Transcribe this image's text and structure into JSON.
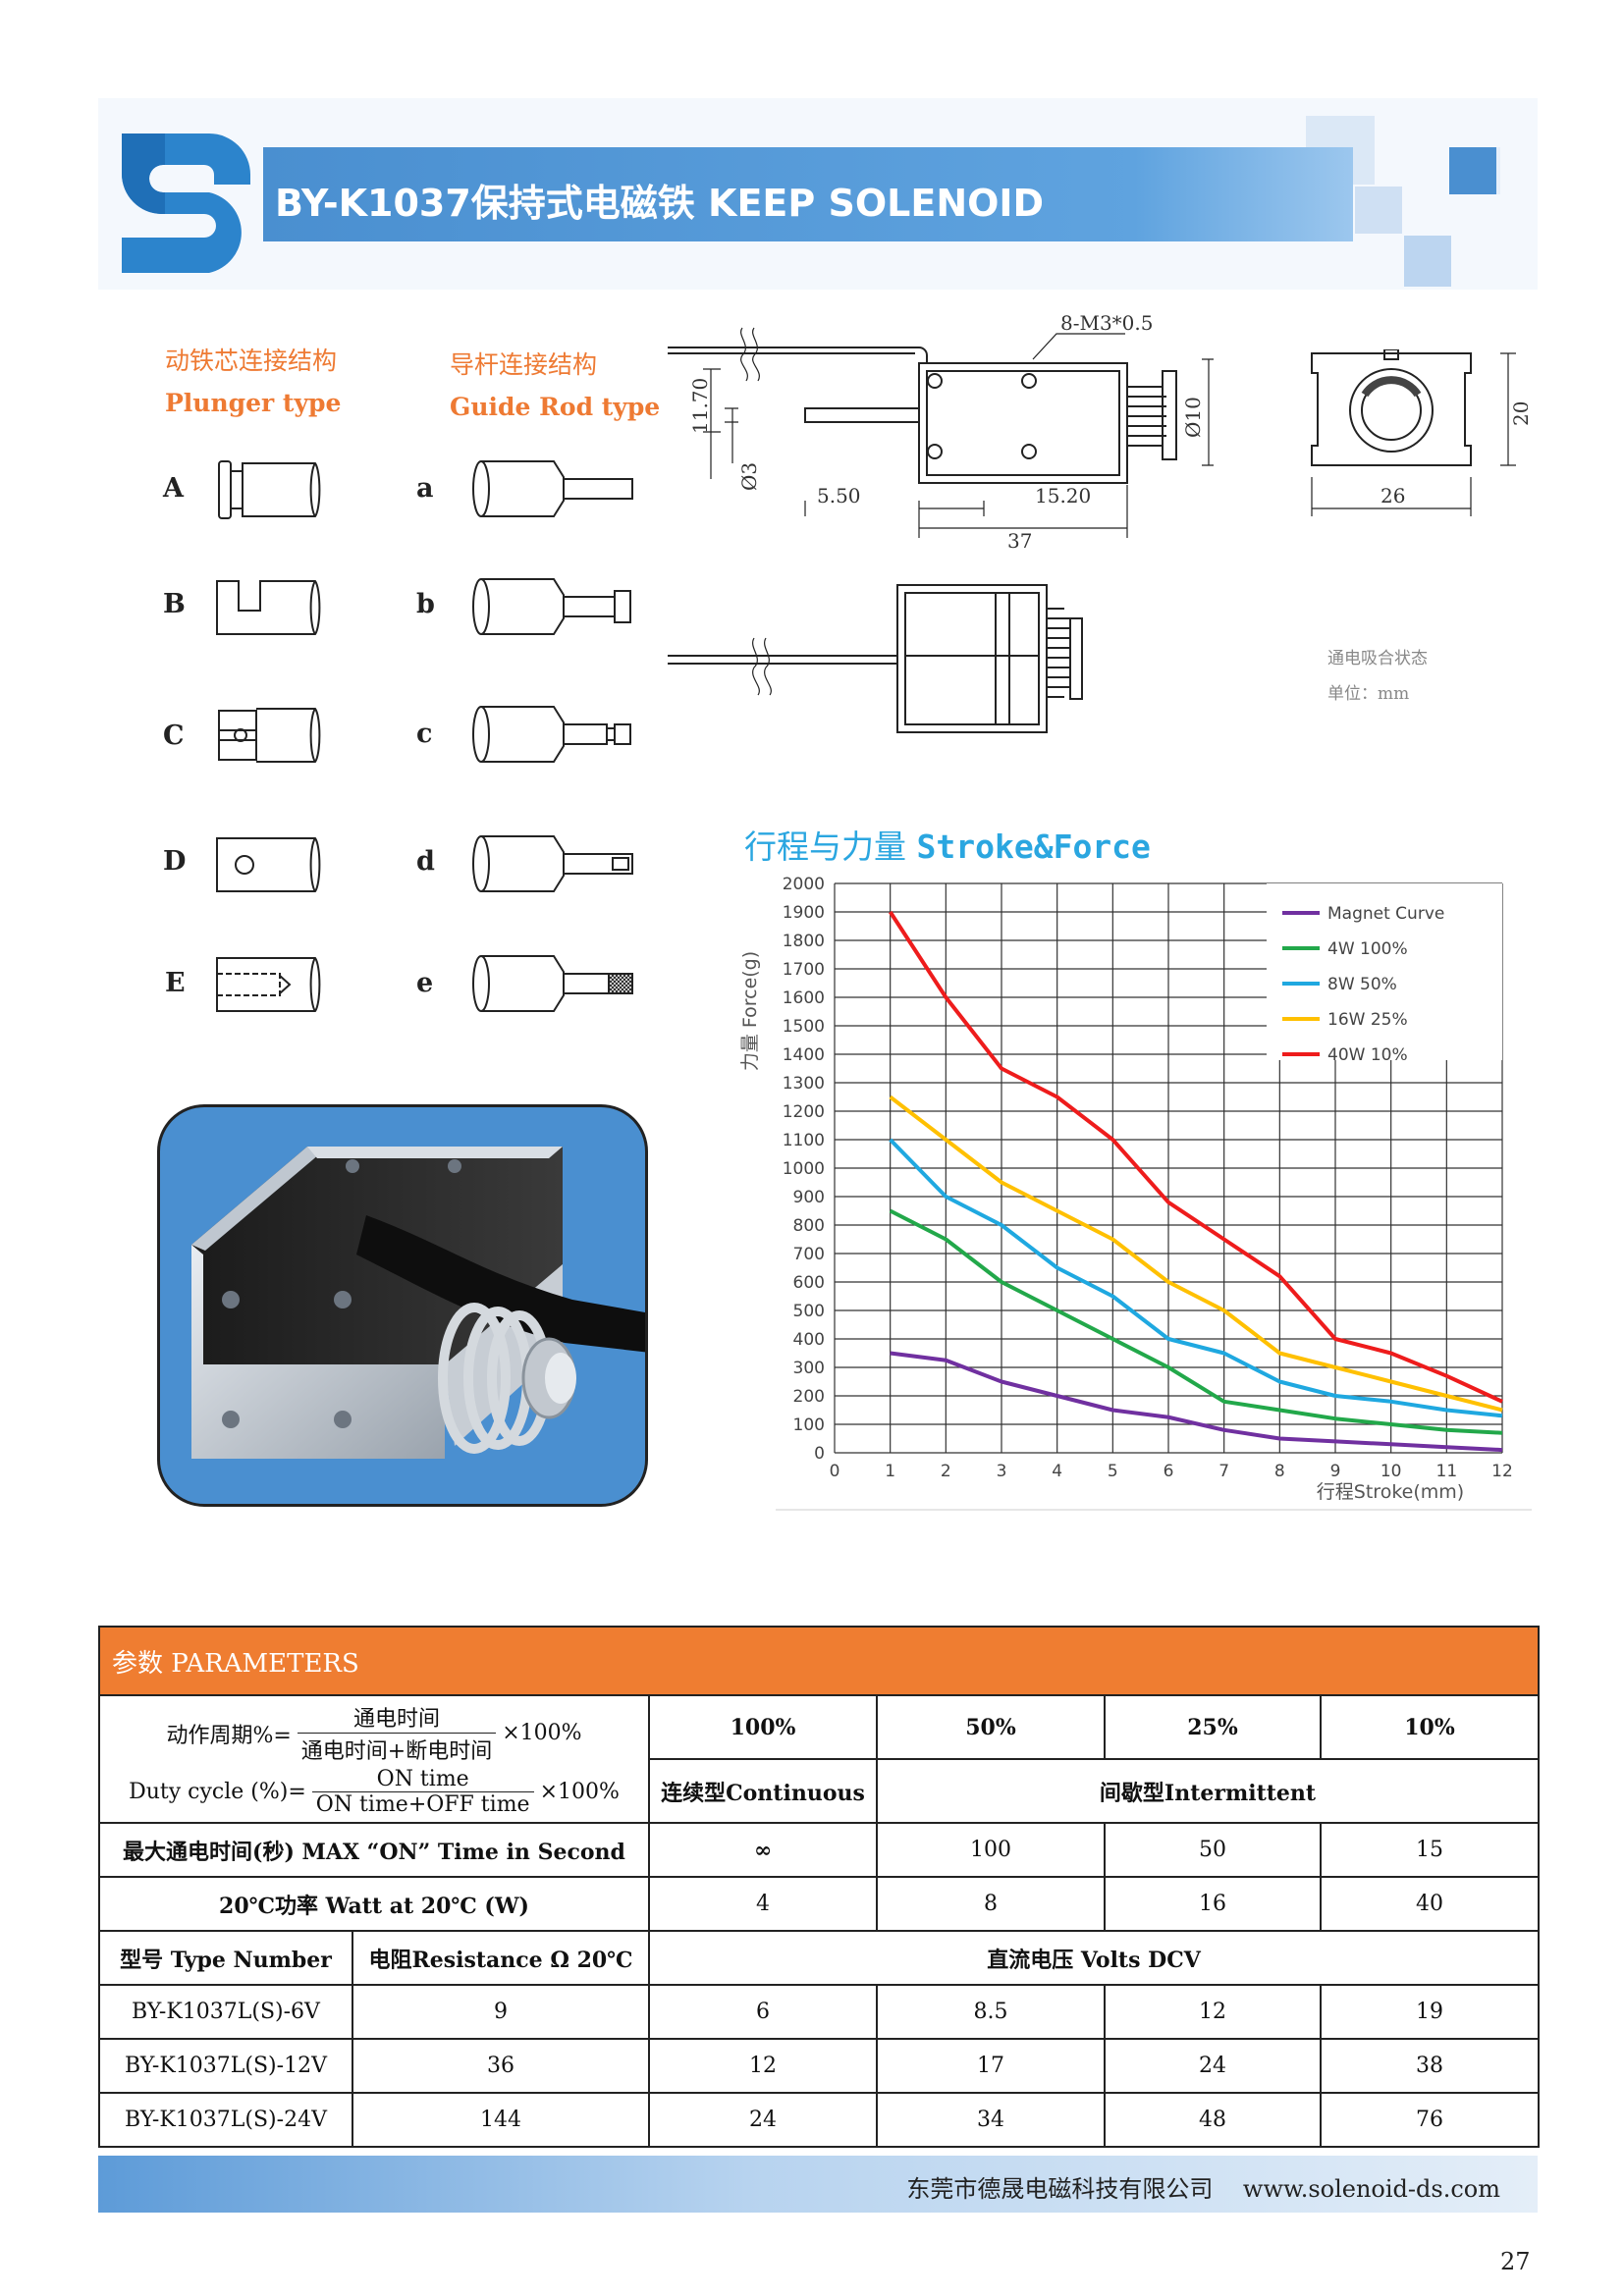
{
  "header": {
    "title": "BY-K1037保持式电磁铁 KEEP SOLENOID",
    "logo_icon": "s-logo-icon",
    "accent_color": "#4a8fd0"
  },
  "plunger_types": {
    "left_title": "动铁芯连接结构",
    "left_subtitle": "Plunger type",
    "right_title": "导杆连接结构",
    "right_subtitle": "Guide Rod type",
    "left_letters": [
      "A",
      "B",
      "C",
      "D",
      "E"
    ],
    "right_letters": [
      "a",
      "b",
      "c",
      "d",
      "e"
    ]
  },
  "drawing": {
    "thread": "8-M3*0.5",
    "dim_height": "11.70",
    "dim_shaft": "Ø3",
    "dim_left": "5.50",
    "dim_mid": "15.20",
    "dim_length": "37",
    "dim_boss": "Ø10",
    "dim_end_height": "20",
    "dim_end_width": "26",
    "note_state": "通电吸合状态",
    "note_unit": "单位：mm"
  },
  "chart_title": {
    "cn": "行程与力量",
    "en": "Stroke&Force"
  },
  "chart_data": {
    "type": "line",
    "title": "行程与力量 Stroke&Force",
    "xlabel": "行程Stroke(mm)",
    "ylabel": "力量 Force(g)",
    "xlim": [
      0,
      12
    ],
    "ylim": [
      0,
      2000
    ],
    "x_ticks": [
      0,
      1,
      2,
      3,
      4,
      5,
      6,
      7,
      8,
      9,
      10,
      11,
      12
    ],
    "y_ticks": [
      0,
      100,
      200,
      300,
      400,
      500,
      600,
      700,
      800,
      900,
      1000,
      1100,
      1200,
      1300,
      1400,
      1500,
      1600,
      1700,
      1800,
      1900,
      2000
    ],
    "grid": true,
    "legend_position": "top-right",
    "x": [
      1,
      2,
      3,
      4,
      5,
      6,
      7,
      8,
      9,
      10,
      11,
      12
    ],
    "series": [
      {
        "name": "Magnet Curve",
        "color": "#7030a0",
        "values": [
          350,
          325,
          250,
          200,
          150,
          125,
          80,
          50,
          40,
          30,
          20,
          10
        ]
      },
      {
        "name": "4W 100%",
        "color": "#22a84a",
        "values": [
          850,
          750,
          600,
          500,
          400,
          300,
          180,
          150,
          120,
          100,
          80,
          70
        ]
      },
      {
        "name": "8W 50%",
        "color": "#1fa8e0",
        "values": [
          1100,
          900,
          800,
          650,
          550,
          400,
          350,
          250,
          200,
          180,
          150,
          130
        ]
      },
      {
        "name": "16W 25%",
        "color": "#ffc000",
        "values": [
          1250,
          1100,
          950,
          850,
          750,
          600,
          500,
          350,
          300,
          250,
          200,
          150
        ]
      },
      {
        "name": "40W 10%",
        "color": "#ee1c1c",
        "values": [
          1900,
          1600,
          1350,
          1250,
          1100,
          880,
          750,
          620,
          400,
          350,
          270,
          180
        ]
      }
    ]
  },
  "params": {
    "title": "参数 PARAMETERS",
    "duty_cn_label": "动作周期%=",
    "duty_cn_num": "通电时间",
    "duty_cn_den": "通电时间+断电时间",
    "duty_en_label": "Duty cycle (%)=",
    "duty_en_num": "ON time",
    "duty_en_den": "ON time+OFF time",
    "times_100": "×100%",
    "duty_values": [
      "100%",
      "50%",
      "25%",
      "10%"
    ],
    "continuous": "连续型Continuous",
    "intermittent": "间歇型Intermittent",
    "max_on_label": "最大通电时间(秒) MAX “ON” Time in Second",
    "max_on_values": [
      "∞",
      "100",
      "50",
      "15"
    ],
    "watt_label": "20℃功率 Watt at 20℃ (W)",
    "watt_values": [
      "4",
      "8",
      "16",
      "40"
    ],
    "type_header": "型号 Type Number",
    "resistance_header": "电阻Resistance Ω 20℃",
    "voltage_header": "直流电压 Volts DCV",
    "models": [
      {
        "name": "BY-K1037L(S)-6V",
        "resistance": "9",
        "volts": [
          "6",
          "8.5",
          "12",
          "19"
        ]
      },
      {
        "name": "BY-K1037L(S)-12V",
        "resistance": "36",
        "volts": [
          "12",
          "17",
          "24",
          "38"
        ]
      },
      {
        "name": "BY-K1037L(S)-24V",
        "resistance": "144",
        "volts": [
          "24",
          "34",
          "48",
          "76"
        ]
      }
    ]
  },
  "footer": {
    "company": "东莞市德晟电磁科技有限公司",
    "website": "www.solenoid-ds.com",
    "page_number": "27"
  }
}
